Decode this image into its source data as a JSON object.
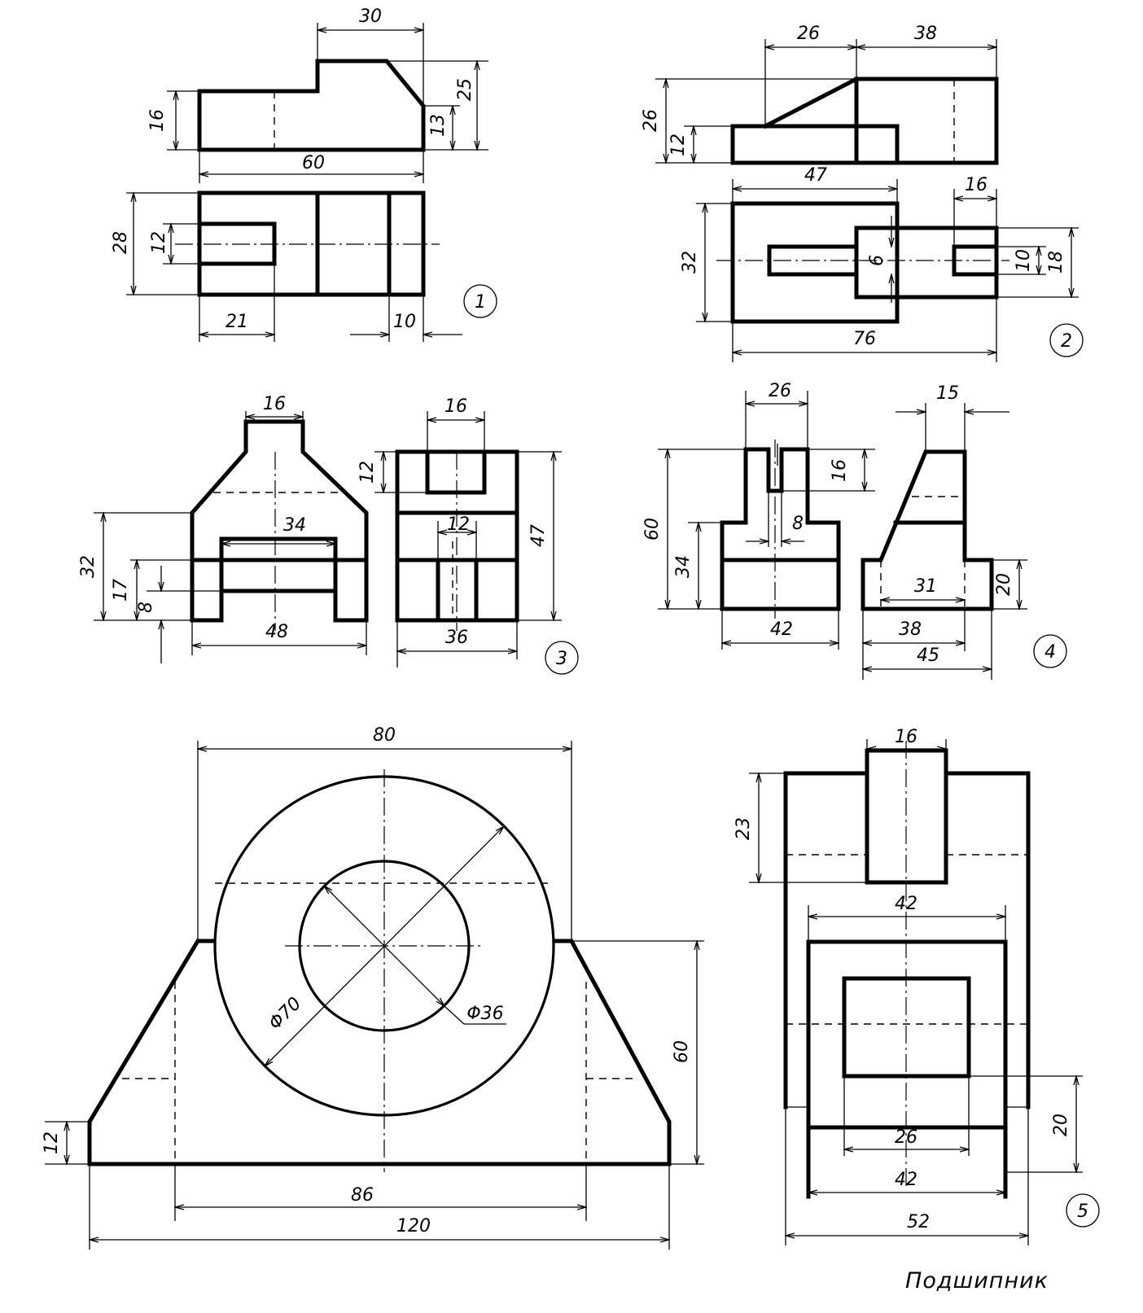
{
  "caption": "Подшипник",
  "views": [
    {
      "label": "1",
      "dims": [
        "30",
        "16",
        "25",
        "13",
        "60",
        "28",
        "12",
        "21",
        "10"
      ]
    },
    {
      "label": "2",
      "dims": [
        "26",
        "38",
        "26",
        "12",
        "47",
        "16",
        "32",
        "6",
        "10",
        "18",
        "76"
      ]
    },
    {
      "label": "3",
      "dims": [
        "16",
        "16",
        "12",
        "34",
        "12",
        "47",
        "32",
        "17",
        "8",
        "48",
        "36"
      ]
    },
    {
      "label": "4",
      "dims": [
        "26",
        "15",
        "16",
        "60",
        "8",
        "34",
        "31",
        "20",
        "42",
        "38",
        "45"
      ]
    },
    {
      "label": "5",
      "dims": [
        "80",
        "Φ70",
        "Φ36",
        "60",
        "12",
        "86",
        "120",
        "16",
        "23",
        "42",
        "20",
        "26",
        "42",
        "52"
      ]
    }
  ]
}
